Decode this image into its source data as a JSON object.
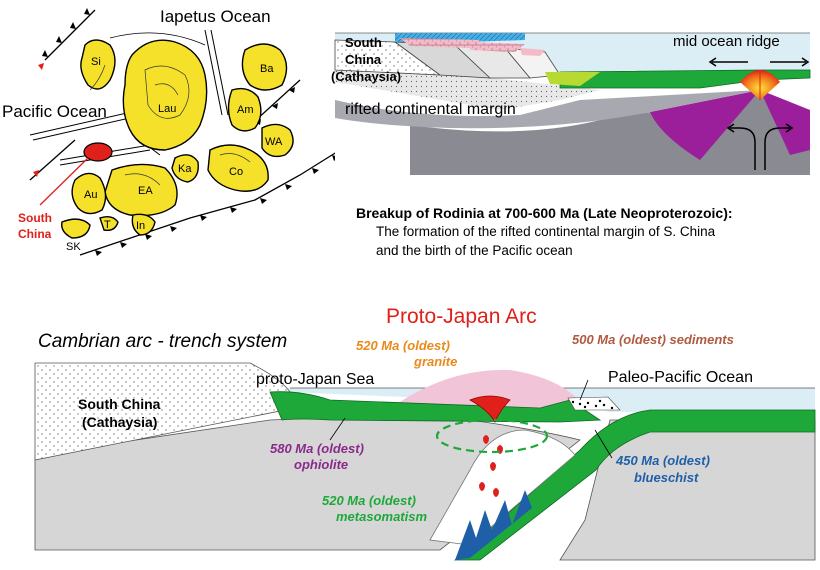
{
  "map": {
    "iapetus": "Iapetus Ocean",
    "pacific": "Pacific Ocean",
    "south_china_l1": "South",
    "south_china_l2": "China",
    "blocks": [
      "Si",
      "Lau",
      "Ba",
      "Am",
      "WA",
      "Co",
      "Ka",
      "EA",
      "Au",
      "In",
      "T",
      "SK"
    ]
  },
  "rift": {
    "south_china_l1": "South",
    "south_china_l2": "China",
    "cathaysia": "(Cathaysia)",
    "mid_ocean_ridge": "mid ocean ridge",
    "rifted_margin": "rifted continental margin"
  },
  "caption": {
    "title": "Breakup of Rodinia at 700-600 Ma (Late Neoproterozoic):",
    "line1": "The formation of the rifted continental margin of S. China",
    "line2": "and the birth of the Pacific ocean"
  },
  "arc": {
    "system_title": "Cambrian arc - trench system",
    "proto_japan_arc": "Proto-Japan Arc",
    "granite_l1": "520 Ma (oldest)",
    "granite_l2": "granite",
    "sediments": "500 Ma (oldest) sediments",
    "proto_japan_sea": "proto-Japan Sea",
    "paleo_pacific": "Paleo-Pacific Ocean",
    "south_china_l1": "South China",
    "south_china_l2": "(Cathaysia)",
    "ophiolite_l1": "580 Ma (oldest)",
    "ophiolite_l2": "ophiolite",
    "blueschist_l1": "450 Ma (oldest)",
    "blueschist_l2": "blueschist",
    "metasomatism_l1": "520 Ma (oldest)",
    "metasomatism_l2": "metasomatism"
  },
  "colors": {
    "continent_yellow": "#f5e12a",
    "south_china_red": "#e0201b",
    "oceanic_green": "#1fa83a",
    "crust_gray": "#cfcfcf",
    "mantle_dark": "#8a8a92",
    "purple": "#9b1f9b",
    "sea_blue": "#dceef5",
    "granite_pink": "#f2c4d8",
    "blueschist_blue": "#1f5fa8",
    "granite_orange": "#e98a1a",
    "sediments_brown": "#b05a40",
    "ophiolite_purple": "#8a2a8a"
  }
}
